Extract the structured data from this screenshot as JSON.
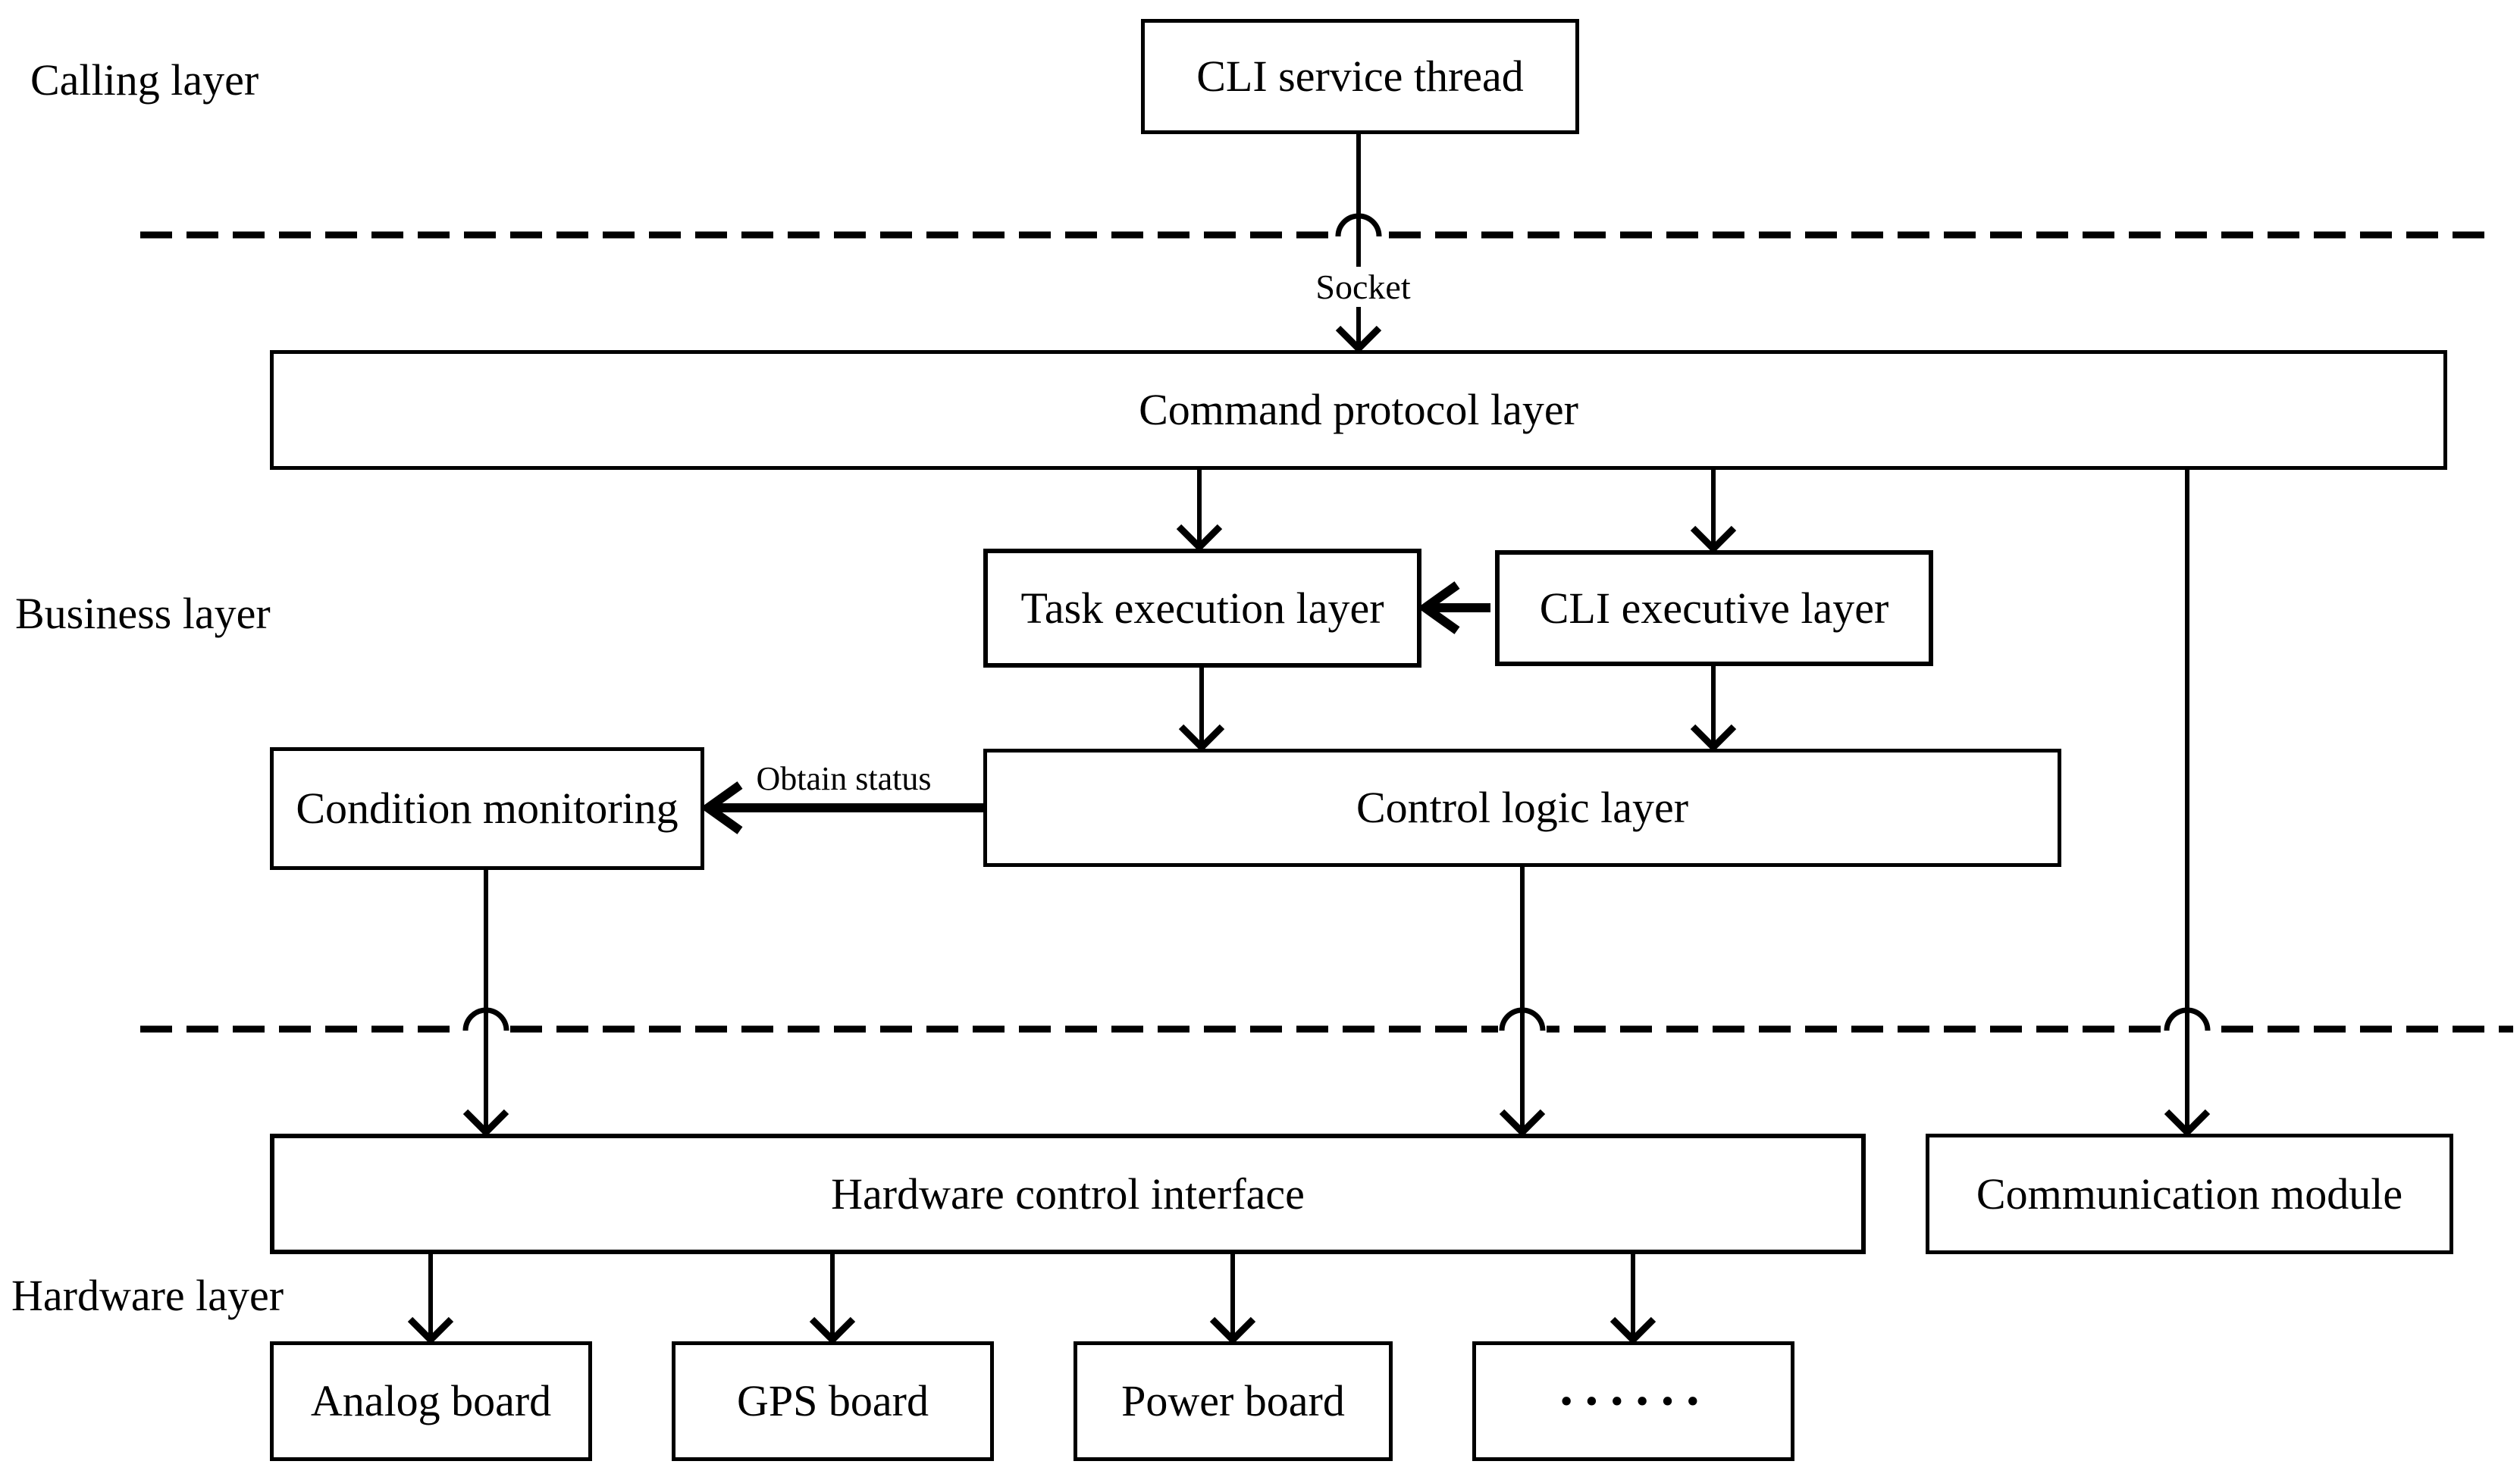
{
  "layers": {
    "calling": "Calling layer",
    "business": "Business layer",
    "hardware": "Hardware layer"
  },
  "boxes": {
    "cli_service_thread": "CLI service thread",
    "command_protocol": "Command protocol layer",
    "task_execution": "Task execution layer",
    "cli_executive": "CLI executive layer",
    "condition_monitoring": "Condition monitoring",
    "control_logic": "Control logic layer",
    "hardware_control": "Hardware control interface",
    "communication_module": "Communication module",
    "analog_board": "Analog board",
    "gps_board": "GPS board",
    "power_board": "Power board",
    "more_boards": "······"
  },
  "edge_labels": {
    "socket": "Socket",
    "obtain_status": "Obtain status"
  },
  "colors": {
    "line": "#000000",
    "background": "#ffffff"
  }
}
